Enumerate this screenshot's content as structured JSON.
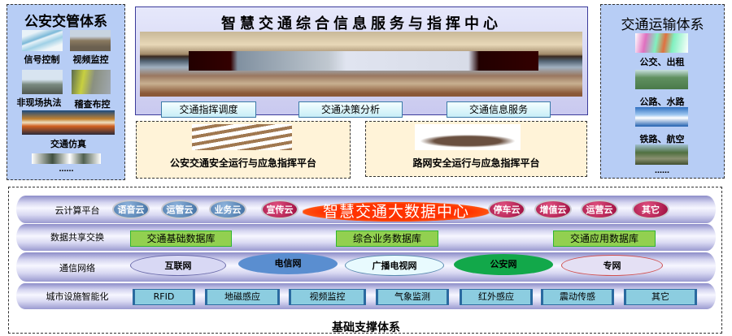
{
  "left_panel": {
    "title": "公安交管体系",
    "items": [
      {
        "label": "信号控制",
        "icon": "signal-control-image"
      },
      {
        "label": "视频监控",
        "icon": "video-surveillance-image"
      },
      {
        "label": "非现场执法",
        "icon": "offsite-enforcement-image"
      },
      {
        "label": "稽查布控",
        "icon": "inspection-control-image"
      },
      {
        "label": "交通仿真",
        "icon": "traffic-simulation-image"
      },
      {
        "label": "……",
        "icon": "more-image"
      }
    ]
  },
  "center_panel": {
    "title": "智慧交通综合信息服务与指挥中心",
    "buttons": [
      "交通指挥调度",
      "交通决策分析",
      "交通信息服务"
    ],
    "platforms": [
      {
        "label": "公安交通安全运行与应急指挥平台",
        "icon": "conference-room-image"
      },
      {
        "label": "路网安全运行与应急指挥平台",
        "icon": "meeting-table-image"
      }
    ]
  },
  "right_panel": {
    "title": "交通运输体系",
    "items": [
      {
        "label": "公交、出租",
        "icon": "bus-taxi-map-image"
      },
      {
        "label": "公路、水路",
        "icon": "highway-waterway-image"
      },
      {
        "label": "铁路、航空",
        "icon": "railway-aviation-image"
      },
      {
        "label": "……",
        "icon": "city-image"
      }
    ]
  },
  "foundation": {
    "title": "基础支撑体系",
    "layers": {
      "cloud": {
        "label": "云计算平台",
        "left_clouds": [
          "语音云",
          "运管云",
          "业务云",
          "宣传云"
        ],
        "center": "智慧交通大数据中心",
        "right_clouds": [
          "停车云",
          "增值云",
          "运营云",
          "其它"
        ]
      },
      "data": {
        "label": "数据共享交换",
        "items": [
          "交通基础数据库",
          "综合业务数据库",
          "交通应用数据库"
        ]
      },
      "network": {
        "label": "通信网络",
        "items": [
          "互联网",
          "电信网",
          "广播电视网",
          "公安网",
          "专网"
        ]
      },
      "devices": {
        "label": "城市设施智能化",
        "items": [
          "RFID",
          "地磁感应",
          "视频监控",
          "气象监测",
          "红外感应",
          "震动传感",
          "其它"
        ]
      }
    }
  },
  "colors": {
    "side_panel_bg": "#b7cdf5",
    "platform_bg": "#fff3d8",
    "db_green": "#92d050",
    "device_blue": "#8ccde0",
    "bigdata_red": "#ff3300",
    "cloud_blue": "#3b6b9e",
    "cloud_red": "#9a0a3c"
  }
}
